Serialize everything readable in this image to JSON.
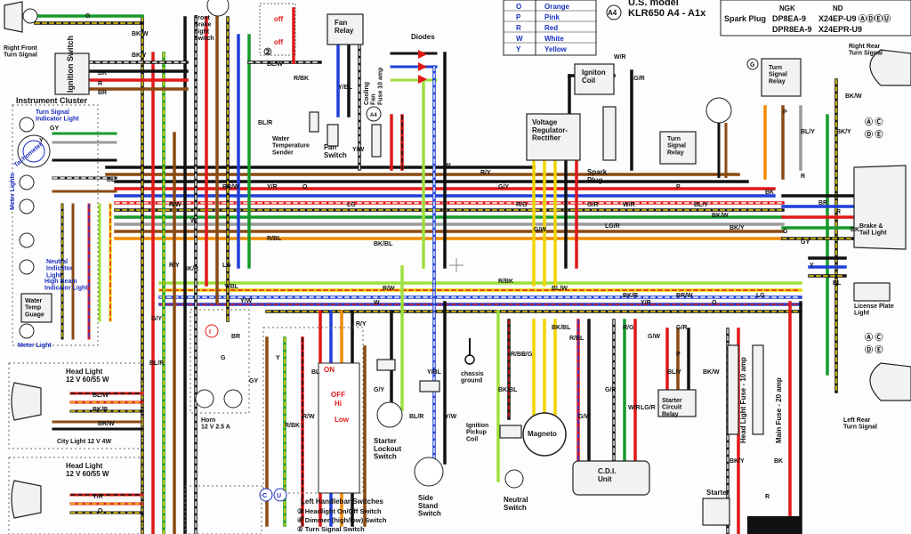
{
  "colors": {
    "black": "#111111",
    "white": "#ffffff",
    "red": "#e01818",
    "blue": "#1f3fd6",
    "green": "#159a2c",
    "yellow": "#f0d400",
    "brown": "#8a4a12",
    "orange": "#f08a00",
    "gray": "#9a9a9a",
    "lightgreen": "#9ee03c",
    "pink": "#f28ab8",
    "accent_blue": "#1a2fbf"
  },
  "legend": {
    "rows": [
      {
        "code": "O",
        "name": "Orange"
      },
      {
        "code": "P",
        "name": "Pink"
      },
      {
        "code": "R",
        "name": "Red"
      },
      {
        "code": "W",
        "name": "White"
      },
      {
        "code": "Y",
        "name": "Yellow"
      }
    ]
  },
  "model": {
    "us_model": "U.S. model",
    "code": "A4",
    "name": "KLR650 A4 - A1x"
  },
  "spark_table": {
    "col1": "NGK",
    "col2": "ND",
    "row_label": "Spark Plug",
    "rows": [
      {
        "ngk": "DP8EA-9",
        "nd": "X24EP-U9 ⒶⒹⒺⓊ"
      },
      {
        "ngk": "DPR8EA-9",
        "nd": "X24EPR-U9"
      }
    ]
  },
  "components": {
    "right_front_turn": "Right Front\nTurn Signal",
    "ignition_switch": "Ignition Switch",
    "front_brake_switch": "Front\nBrake\nLight\nSwitch",
    "fan_relay": "Fan\nRelay",
    "diodes": "Diodes",
    "ignition_coil": "Igniton\nCoil",
    "turn_signal_relay_g": "Turn\nSignal\nRelay",
    "right_rear_turn": "Right Rear\nTurn Signal",
    "instrument_cluster": "Instrument Cluster",
    "turn_indicator": "Turn Signal\nIndicator Light",
    "tachometer": "Tachometer",
    "meter_lights_side": "Meter Lights",
    "water_temp_sender": "Water\nTemperature\nSender",
    "cooling_fan_fuse": "Cooling\nFan\nFuse  10 amp",
    "fan_switch": "Fan\nSwitch",
    "voltage_regulator": "Voltage\nRegulator-\nRectifier",
    "spark_plug": "Spark\nPlug",
    "turn_signal_relay": "Turn\nSignal\nRelay",
    "brake_tail": "Brake &\nTail Light",
    "neutral_indicator": "Neutral\nIndicator\nLight",
    "high_beam_indicator": "High Beam\nIndicator Light",
    "water_temp_gauge": "Water\nTemp\nGuage",
    "meter_light": "Meter Light",
    "license_plate": "License Plate\nLight",
    "head_light_1": "Head Light\n12 V  60/55 W",
    "city_light": "City Light  12 V  4W",
    "horn": "Horn\n12 V  2.5 A",
    "chassis_ground": "chassis\nground",
    "starter_lockout": "Starter\nLockout\nSwitch",
    "ignition_pickup": "Ignition\nPickup\nCoil",
    "magneto": "Magneto",
    "cdi_unit": "C.D.I.\nUnit",
    "starter_circuit_relay": "Starter\nCircuit\nRelay",
    "head_light_fuse": "Head Light Fuse - 10 amp",
    "main_fuse": "Main Fuse - 20 amp",
    "left_rear_turn": "Left Rear\nTurn Signal",
    "head_light_2": "Head Light\n12 V  60/55 W",
    "side_stand": "Side\nStand\nSwitch",
    "neutral_switch": "Neutral\nSwitch",
    "starter": "Starter",
    "left_handlebar": "Left Handlebar Switches",
    "lh_items": [
      "③ Headlight On/Off Switch",
      "④ Dimmer (high/low) Switch",
      "⑤ Turn Signal Switch"
    ],
    "off_labels": [
      "off",
      "off"
    ],
    "switch_labels": {
      "on": "ON",
      "off": "OFF",
      "hi": "Hi",
      "low": "Low"
    }
  },
  "wire_codes": [
    "BK/W",
    "BK/Y",
    "BK",
    "R",
    "BR",
    "G",
    "GY",
    "Y",
    "BL",
    "R/W",
    "R/BK",
    "BL/W",
    "BK/R",
    "BR/W",
    "Y/R",
    "O",
    "LG",
    "W",
    "R/Y",
    "G/Y",
    "BL/R",
    "Y/BL",
    "Y/W",
    "BK/BL",
    "R/BL",
    "R/G",
    "G/W",
    "G/R",
    "W/R",
    "LG/R",
    "P",
    "BL/Y"
  ],
  "markers": {
    "c1": "②",
    "c_a4": "A4",
    "c_g": "G",
    "c_i": "I",
    "c_u": "U",
    "c_c": "C",
    "side_marks": [
      "Ⓐ Ⓒ",
      "Ⓓ Ⓔ",
      "Ⓐ Ⓒ",
      "Ⓓ Ⓔ"
    ]
  }
}
